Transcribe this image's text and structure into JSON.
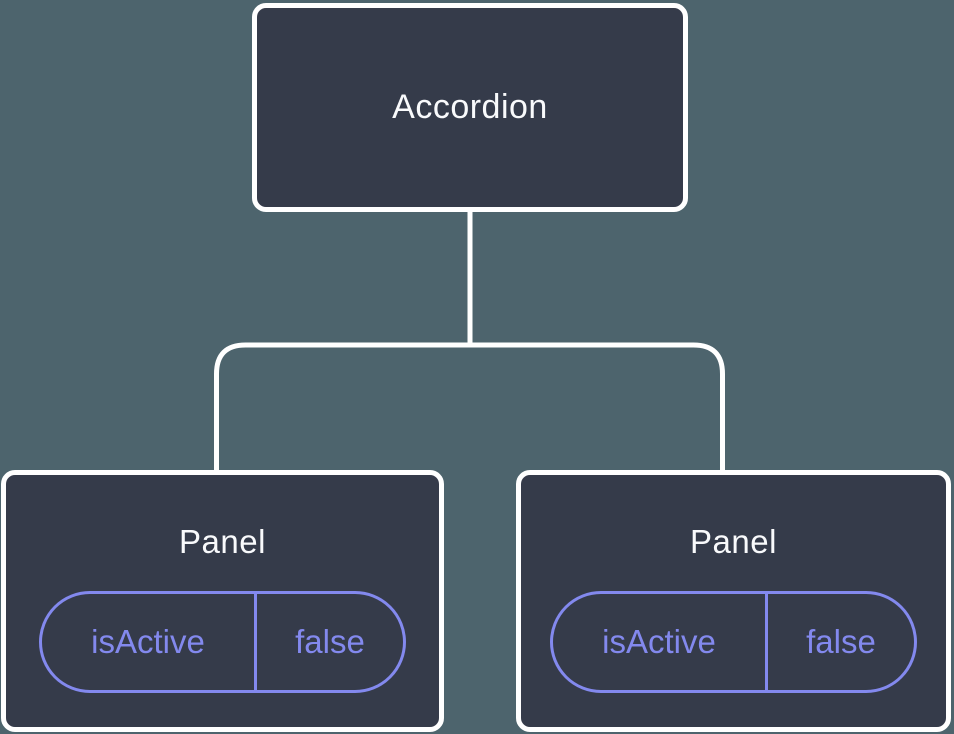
{
  "diagram": {
    "kind": "component-tree",
    "colors": {
      "background": "#4D646D",
      "node_fill": "#353B4A",
      "node_stroke": "#FFFFFF",
      "state_accent": "#8389EE",
      "title_text": "#F9FAFC"
    },
    "tree": {
      "root": {
        "label": "Accordion"
      },
      "children": [
        {
          "label": "Panel",
          "state": {
            "key": "isActive",
            "value": "false"
          }
        },
        {
          "label": "Panel",
          "state": {
            "key": "isActive",
            "value": "false"
          }
        }
      ]
    }
  }
}
